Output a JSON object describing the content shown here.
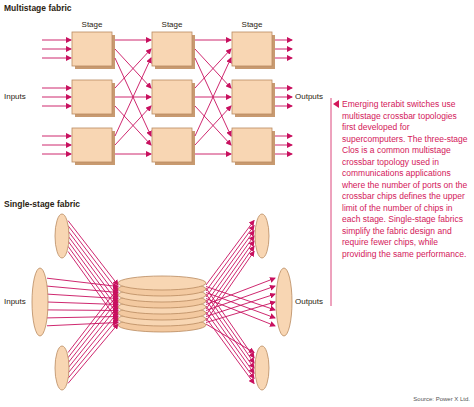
{
  "diagram": {
    "caption": "Emerging terabit switches use multistage crossbar topologies first developed for supercomputers. The three-stage Clos is a common multistage crossbar topology used in communications applications where the number of ports on the crossbar chips defines the upper limit of the number of chips in each stage. Single-stage fabrics simplify the fabric design and require fewer chips, while providing the same performance.",
    "labels": [
      "Multistage fabric",
      "Stage",
      "Stage",
      "Stage",
      "Inputs",
      "Outputs",
      "Single-stage fabric",
      "Inputs",
      "Outputs",
      "Source: Power X Ltd."
    ]
  }
}
